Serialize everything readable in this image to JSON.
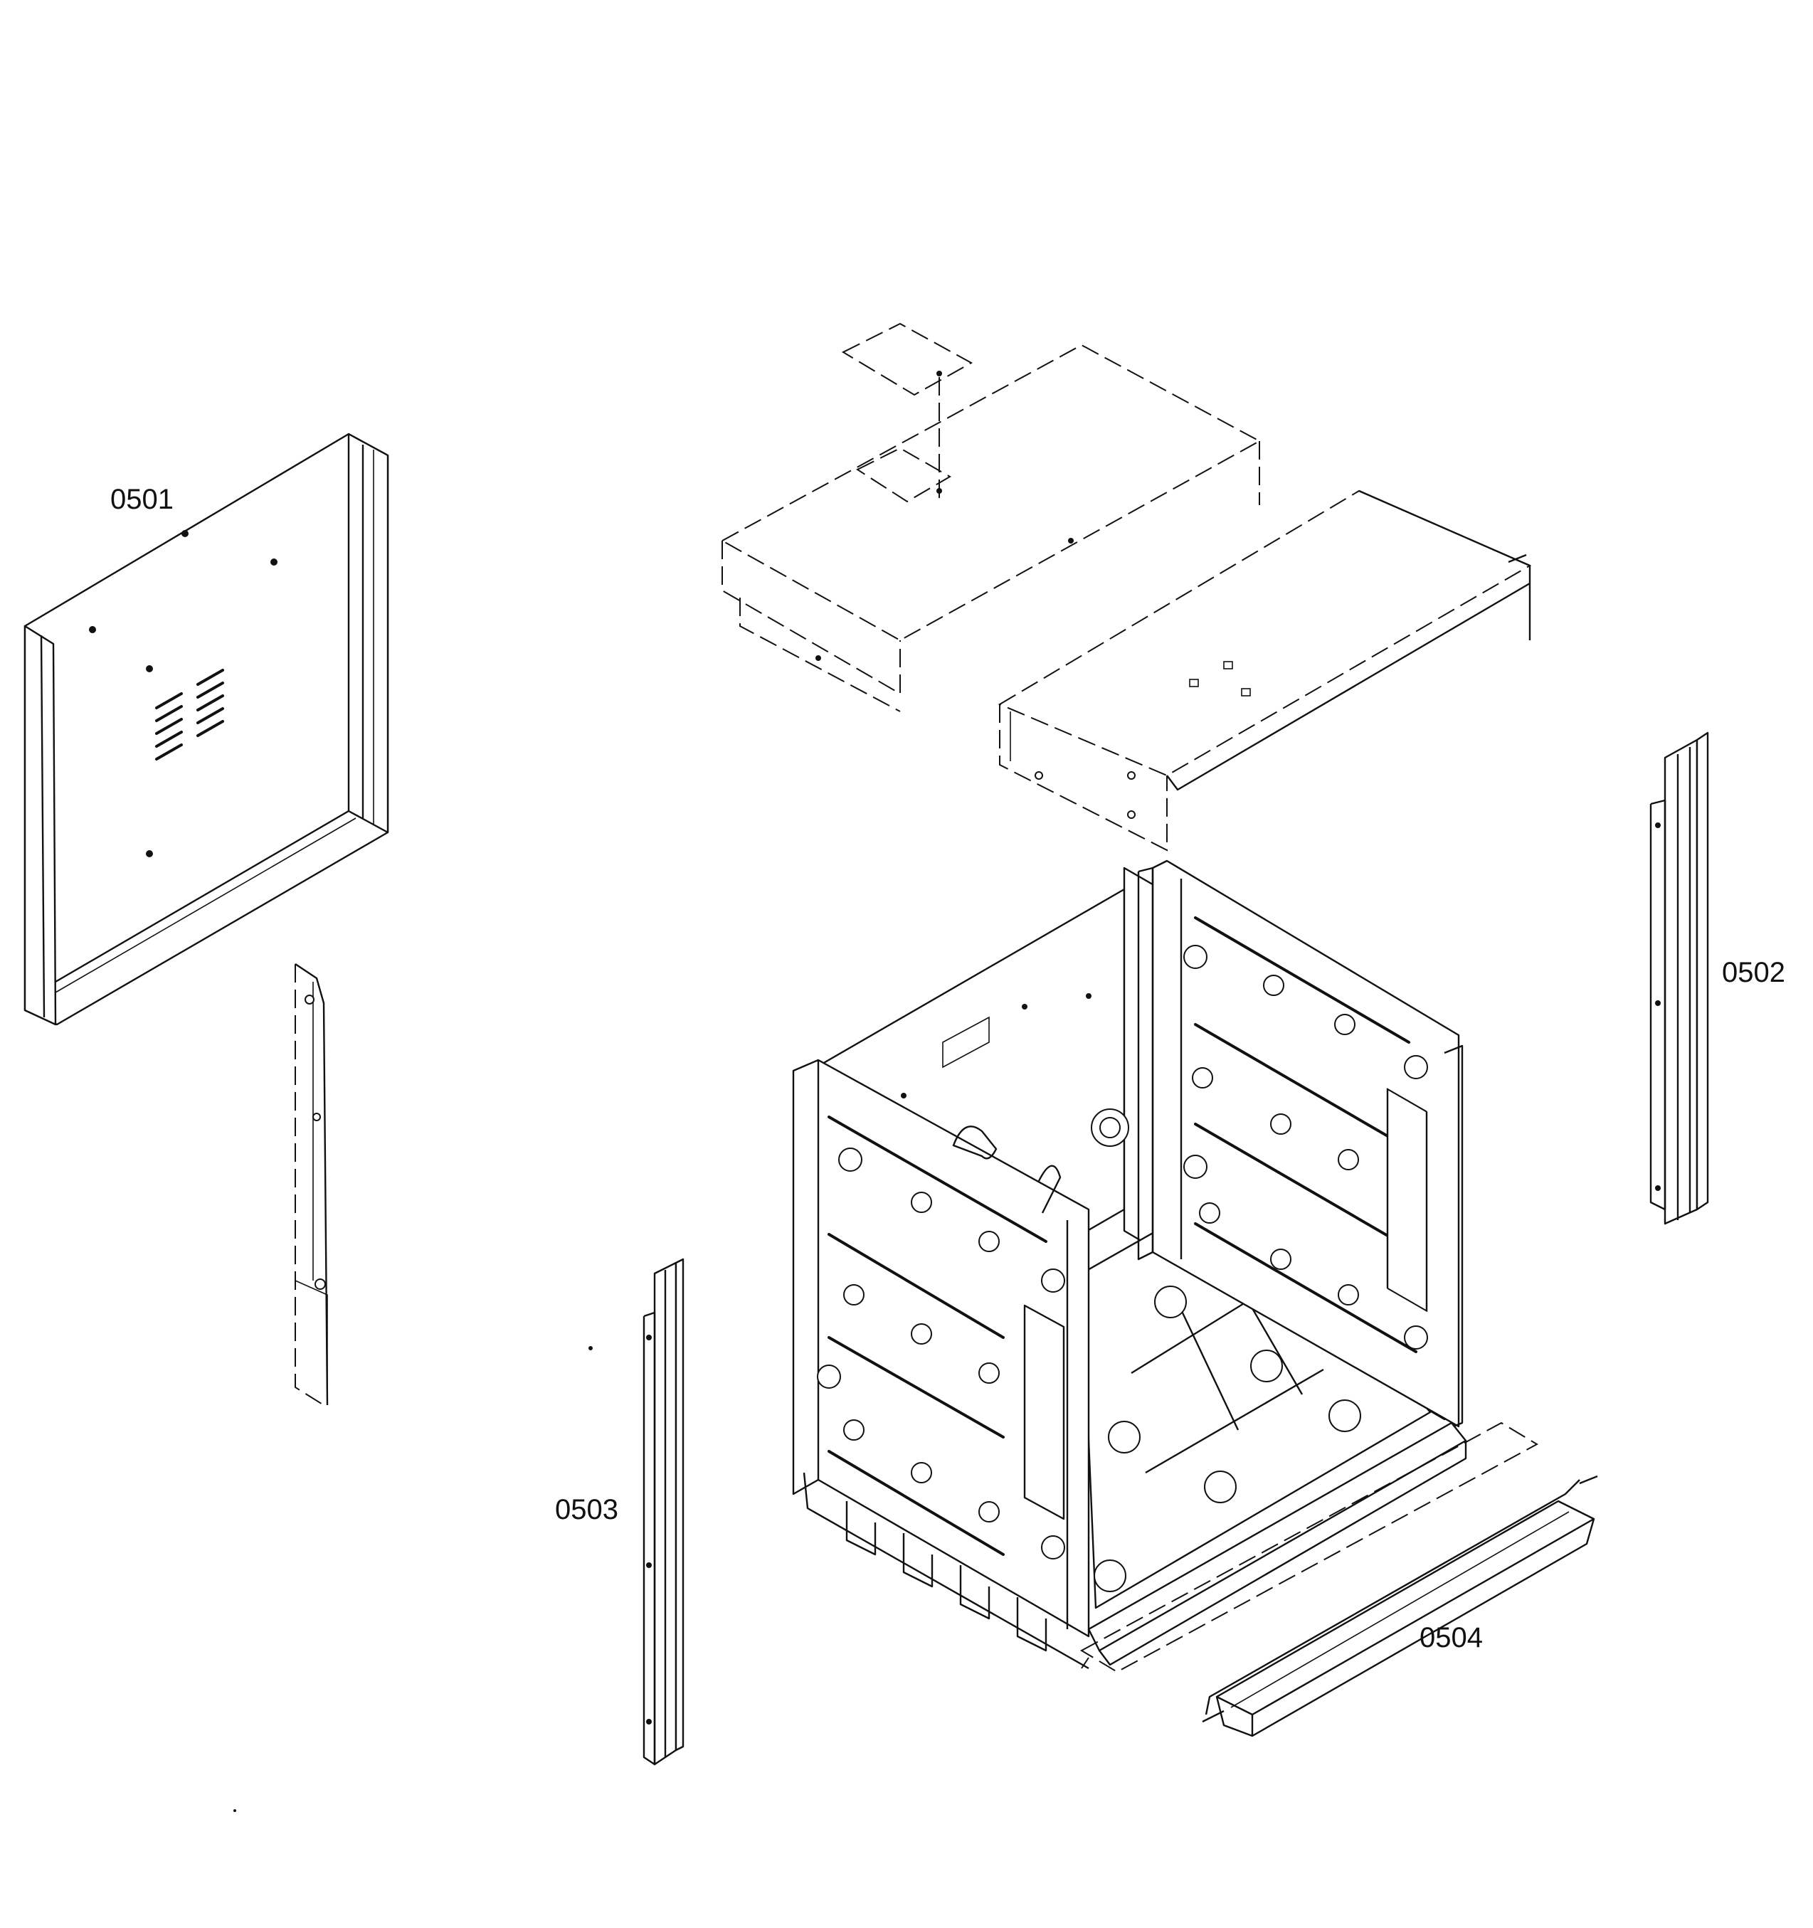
{
  "diagram": {
    "callouts": {
      "p0501": "0501",
      "p0502": "0502",
      "p0503": "0503",
      "p0504": "0504"
    }
  }
}
